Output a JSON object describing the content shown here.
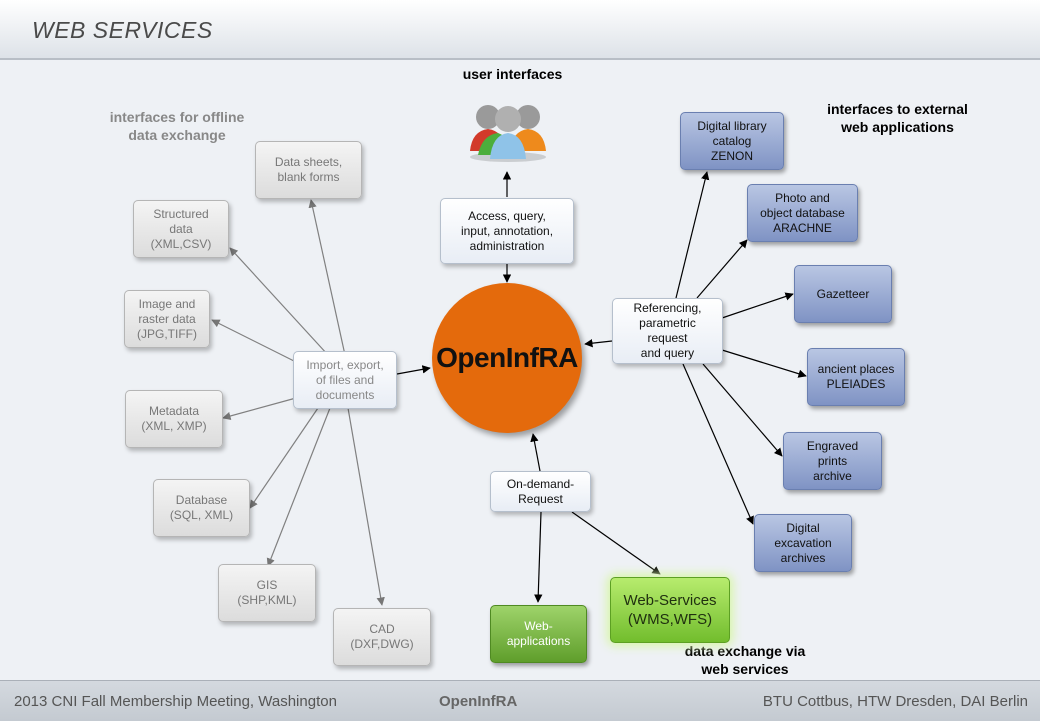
{
  "header": {
    "title": "WEB SERVICES"
  },
  "labels": {
    "user_interfaces": "user interfaces",
    "offline": "interfaces for offline\ndata exchange",
    "external": "interfaces to external\nweb applications",
    "data_exchange": "data exchange via\nweb services"
  },
  "center": {
    "title": "OpenInfRA"
  },
  "boxes": {
    "access": "Access, query,\ninput,  annotation,\nadministration",
    "import": "Import, export,\nof files and\ndocuments",
    "referencing": "Referencing,\nparametric\nrequest\nand query",
    "ondemand": "On-demand-\nRequest",
    "datasheets": "Data sheets,\nblank forms",
    "structured": "Structured\ndata\n(XML,CSV)",
    "image": "Image and\nraster data\n(JPG,TIFF)",
    "metadata": "Metadata\n(XML, XMP)",
    "database": "Database\n(SQL, XML)",
    "gis": "GIS\n(SHP,KML)",
    "cad": "CAD\n(DXF,DWG)",
    "zenon": "Digital library\ncatalog\nZENON",
    "arachne": "Photo and\nobject database\nARACHNE",
    "gazetteer": "Gazetteer",
    "pleiades": "ancient places\nPLEIADES",
    "engraved": "Engraved\nprints\narchive",
    "excavation": "Digital\nexcavation\narchives",
    "webapps": "Web-\napplications",
    "webservices": "Web-Services\n(WMS,WFS)"
  },
  "footer": {
    "left": "2013 CNI Fall Membership Meeting, Washington",
    "center": "OpenInfRA",
    "right": "BTU Cottbus, HTW Dresden, DAI Berlin"
  },
  "colors": {
    "circle": "#e46a0c",
    "blue_box": "#8fa2cf",
    "green_box": "#6aac32",
    "gray_box": "#e6e6e6"
  },
  "icons": {
    "users": "users-group-icon"
  }
}
